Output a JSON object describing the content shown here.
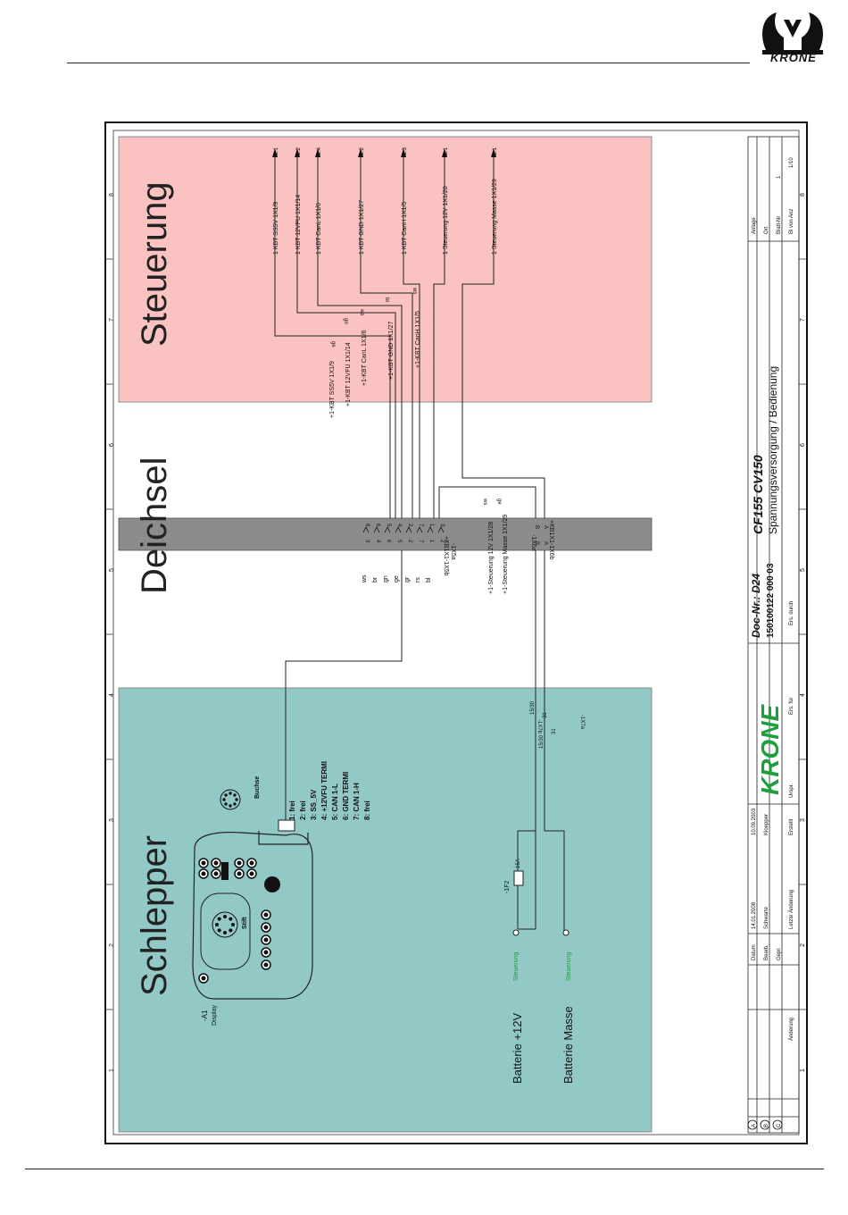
{
  "brand": {
    "logo_text": "KRONE",
    "accent": "#1e9e3c"
  },
  "sections": {
    "steuerung": "Steuerung",
    "deichsel": "Deichsel",
    "schlepper": "Schlepper"
  },
  "grid_numbers": [
    "1",
    "2",
    "3",
    "4",
    "5",
    "6",
    "7",
    "8"
  ],
  "outputs": [
    {
      "label": "1 KBT SS5V 1X1/9",
      "ref": "/2.1"
    },
    {
      "label": "1 KBT 12VFU 1X1/14",
      "ref": "/2.2"
    },
    {
      "label": "1 KBT CanL 1X1/6",
      "ref": "/2.4"
    },
    {
      "label": "1 KBT GND 1X1/27",
      "ref": "/2.2"
    },
    {
      "label": "1 KBT CanH 1X1/5",
      "ref": "/2.3"
    },
    {
      "label": "1 Steuerung 12V 1X1/28",
      "ref": "/2.1"
    },
    {
      "label": "1 Steuerung Masse 1X1/29",
      "ref": "/2.1"
    }
  ],
  "wire_labels": [
    "+1-KBT SS5V 1X1/9",
    "+1-KBT 12VFU 1X1/14",
    "+1-KBT CanL 1X1/6",
    "+1-KBT GND 1X1/27",
    "+1-KBT CanH 1X1/5"
  ],
  "wire_colors": [
    "ws",
    "br",
    "gn",
    "ge",
    "gr",
    "rs",
    "bl"
  ],
  "color_codes_top": [
    "ge",
    "gn",
    "ws",
    "br",
    "ws"
  ],
  "deichsel_connectors": {
    "kb_top": "+KB1X1-1X5b",
    "kb_bottom": "-1X5a",
    "pins_top": [
      "8",
      "6",
      "5",
      "4",
      "2",
      "7",
      "1",
      "3"
    ],
    "pins_bottom": [
      "3",
      "4",
      "6",
      "5",
      "2",
      "7",
      "1",
      "2"
    ],
    "steuer_top": "+KB1X1-1X6b",
    "steuer_bottom": "-1X6a",
    "steuer_pins": [
      "B",
      "A"
    ],
    "steuer_labels": [
      "+1-Steuerung 12V 1X1/28",
      "+1-Steuerung Masse 1X1/29"
    ],
    "steuer_colors": [
      "ws",
      "ge"
    ]
  },
  "schlepper": {
    "display_label": "-A1",
    "display_sub": "Display",
    "stift_label": "Stift",
    "buchse_label": "Buchse",
    "pin_list": [
      "1: frei",
      "2: frei",
      "3: SS_5V",
      "4: +12VFU TERMI",
      "5: CAN 1-L",
      "6: GND TERMI",
      "7: CAN 1-H",
      "8: frei"
    ],
    "x7_top": "-1X7a",
    "x7_bottom": "-1X7b",
    "x7_pins": [
      "15/30",
      "31",
      "15/30",
      "31"
    ],
    "fuse_label": "-1F2",
    "fuse_rating": "15A",
    "batt_plus": "Batterie +12V",
    "batt_minus": "Batterie Masse",
    "steuerung_tag": "Steuerung"
  },
  "title_block": {
    "doc_nr": "Doc-Nr.: D24",
    "doc_id": "150100122 000 03",
    "model": "CF155 CV150",
    "title": "Spannungsversorgung / Bedienung",
    "anlage": "Anlage",
    "ort": "Ort",
    "blatt_nr": "Blatt-Nr",
    "blatt_nr_val": "1",
    "bl_von": "Bl von Anz",
    "bl_von_val": "1/10",
    "rows": [
      "Datum",
      "Bearb.",
      "Gepr."
    ],
    "datum1": "14.01.2008",
    "datum2": "10.09.2003",
    "bearb1": "Schwarte",
    "bearb2": "Kloepper",
    "letzte": "Letzte Änderung",
    "erstellt": "Erstellt",
    "urspr": "Urspr.",
    "ers_fur": "Ers. für",
    "ers_durch": "Ers. durch",
    "aenderung": "Änderung",
    "rev": [
      "A",
      "B",
      "C"
    ]
  },
  "colors": {
    "steuerung_bg": "#fbc2c2",
    "schlepper_bg": "#92c9c6",
    "deichsel_bg": "#8c8c8c"
  }
}
